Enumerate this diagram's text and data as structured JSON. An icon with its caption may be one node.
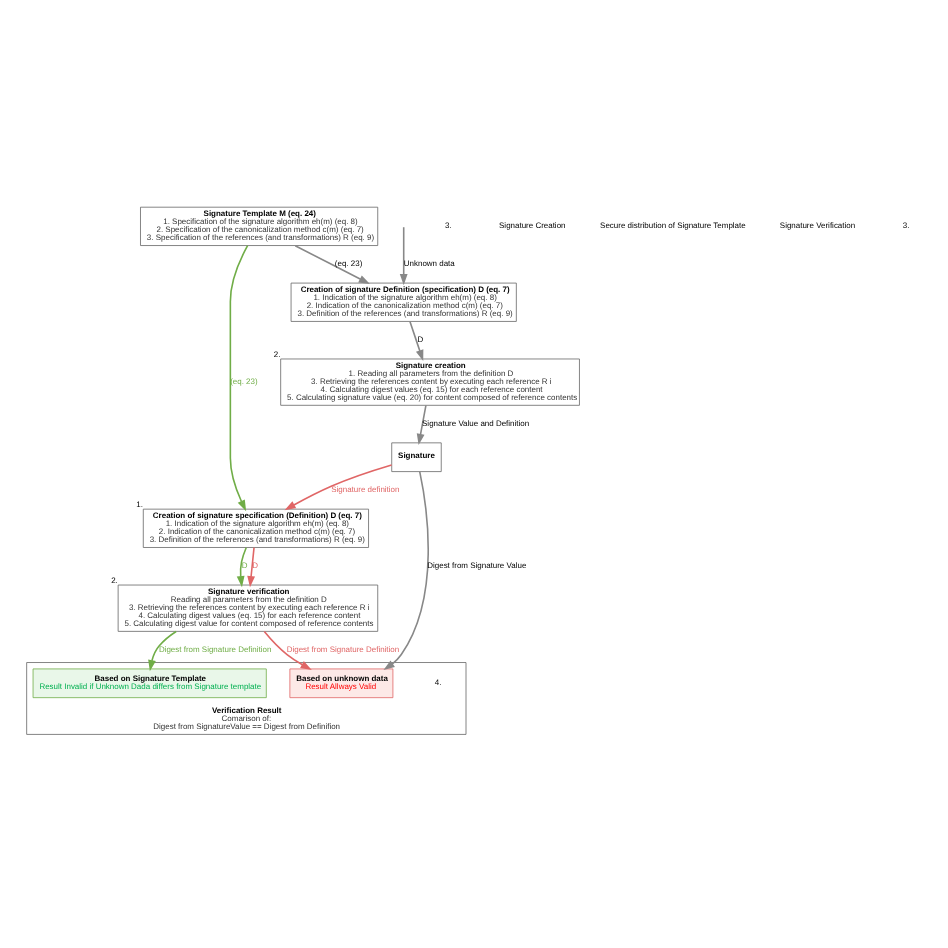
{
  "diagram": {
    "nodes": [
      {
        "text": [
          "Creation of signature Definition (specification) D (eq. 7)",
          "1. Indication of the signature algorithm eh(m) (eq. 8)",
          "2. Indication of the canonicalization method c(m) (eq. 7)",
          "3. Definition of the references (and transformations) R (eq. 9)"
        ]
      },
      {
        "text": [
          "Signature creation",
          "1. Reading all parameters from the definition D",
          "3. Retrieving the references content by executing each reference R i",
          "4. Calculating digest values (eq. 15) for each reference content",
          "5. Calculating signature value (eq. 20) for content composed of reference contents"
        ],
        "beside": [
          "2."
        ]
      },
      {
        "text": [
          "Signature Template M (eq. 24)",
          "1. Specification of the signature algorithm eh(m) (eq. 8)",
          "2. Specification of the canonicalization method c(m) (eq. 7)",
          "3. Specification of the references (and transformations) R (eq. 9)"
        ]
      },
      {
        "text": [
          "Creation of signature specification (Definition) D (eq. 7)",
          "1. Indication of the signature algorithm eh(m) (eq. 8)",
          "2. Indication of the canonicalization method c(m) (eq. 7)",
          "3. Definition of the references (and transformations) R (eq. 9)"
        ],
        "beside": [
          "1."
        ]
      },
      {
        "text": [
          "Signature verification",
          "Reading all parameters from the definition D",
          "3. Retrieving the references content by executing each reference R i",
          "4. Calculating digest values (eq. 15) for each reference content",
          "5. Calculating digest value for content composed of reference contents"
        ],
        "beside": [
          "2."
        ]
      },
      {
        "text": [
          "Verification Result",
          "Comarison of:",
          "Digest from SignatureValue == Digest from Definifion"
        ],
        "beside": [
          "4."
        ]
      },
      {
        "text": [
          "Based on unknown data",
          "Result Allways Valid"
        ],
        "in": 5
      },
      {
        "text": [
          "Based on Signature Template",
          "Result Invalid if Unknown Dada differs from Signature template"
        ],
        "in": 5
      },
      {
        "text": [
          "Signature"
        ]
      }
    ],
    "edges": [
      {
        "from": null,
        "to": 0,
        "arrow": "to",
        "label": "Unknown data"
      },
      {
        "from": 2,
        "to": 0,
        "arrow": "to",
        "label": "(eq. 23)"
      },
      {
        "from": 0,
        "to": 1,
        "arrow": "to",
        "label": "D"
      },
      {
        "from": 1,
        "to": 8,
        "arrow": "to",
        "label": "Signature Value and Definition"
      },
      {
        "from": 8,
        "to": 3,
        "arrow": "to",
        "label": "Signature definition",
        "color": "#e06666"
      },
      {
        "from": 2,
        "to": 3,
        "arrow": "to",
        "label": "(eq. 23)",
        "color": "#70ad47"
      },
      {
        "from": 3,
        "to": 4,
        "arrow": "to",
        "label": "D",
        "color": "#e06666"
      },
      {
        "from": 3,
        "to": 4,
        "arrow": "to",
        "label": "D",
        "color": "#70ad47"
      },
      {
        "from": 4,
        "to": 6,
        "arrow": "to",
        "label": "Digest from Signature Definition",
        "color": "#e06666"
      },
      {
        "from": 4,
        "to": 7,
        "arrow": "to",
        "label": "Digest from Signature Definition",
        "color": "#70ad47"
      },
      {
        "from": 8,
        "to": 6,
        "arrow": "to",
        "label": "Digest from Signature Value"
      }
    ],
    "labels": [
      "3.",
      "Signature Creation",
      "Secure distribution of Signature Template",
      "Signature Verification",
      "3."
    ]
  }
}
